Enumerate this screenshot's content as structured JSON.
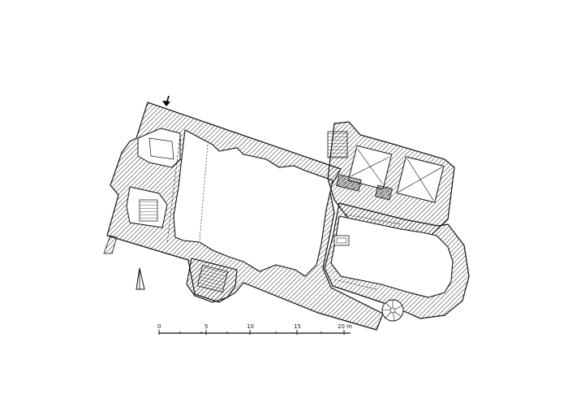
{
  "scale_bar": {
    "ticks": [
      "0",
      "5",
      "10",
      "15",
      "20 m"
    ]
  },
  "north_arrow": {
    "label": ""
  },
  "entrance_arrow": {
    "icon": "entrance-arrow-icon"
  },
  "colors": {
    "ink": "#111111",
    "background": "#ffffff"
  }
}
